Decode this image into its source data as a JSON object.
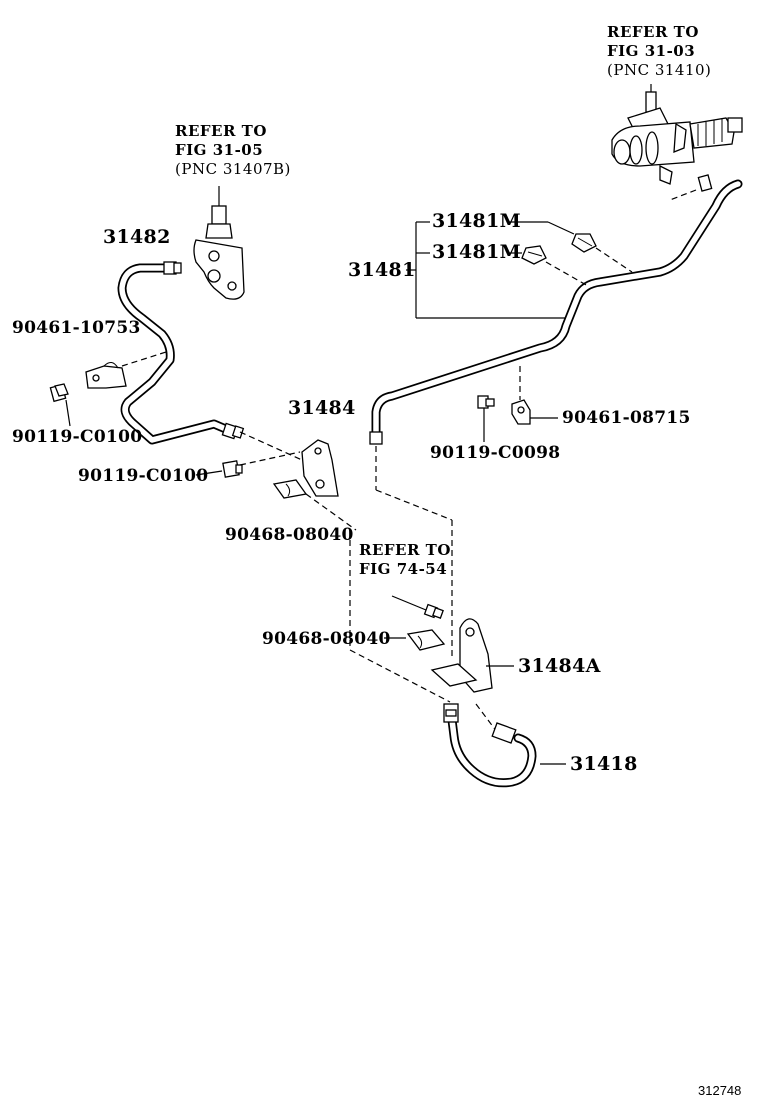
{
  "refs": {
    "ref_31_03": {
      "line1": "REFER TO",
      "line2": "FIG 31-03",
      "line3": "(PNC 31410)"
    },
    "ref_31_05": {
      "line1": "REFER TO",
      "line2": "FIG 31-05",
      "line3": "(PNC 31407B)"
    },
    "ref_74_54": {
      "line1": "REFER TO",
      "line2": "FIG 74-54"
    }
  },
  "parts": {
    "p31482": "31482",
    "p31481": "31481",
    "p31481M_a": "31481M",
    "p31481M_b": "31481M",
    "p90461_10753": "90461-10753",
    "p90119_C0100_a": "90119-C0100",
    "p90119_C0100_b": "90119-C0100",
    "p31484": "31484",
    "p90468_08040_a": "90468-08040",
    "p90468_08040_b": "90468-08040",
    "p90461_08715": "90461-08715",
    "p90119_C0098": "90119-C0098",
    "p31484A": "31484A",
    "p31418": "31418"
  },
  "footer": {
    "figure_id": "312748"
  }
}
